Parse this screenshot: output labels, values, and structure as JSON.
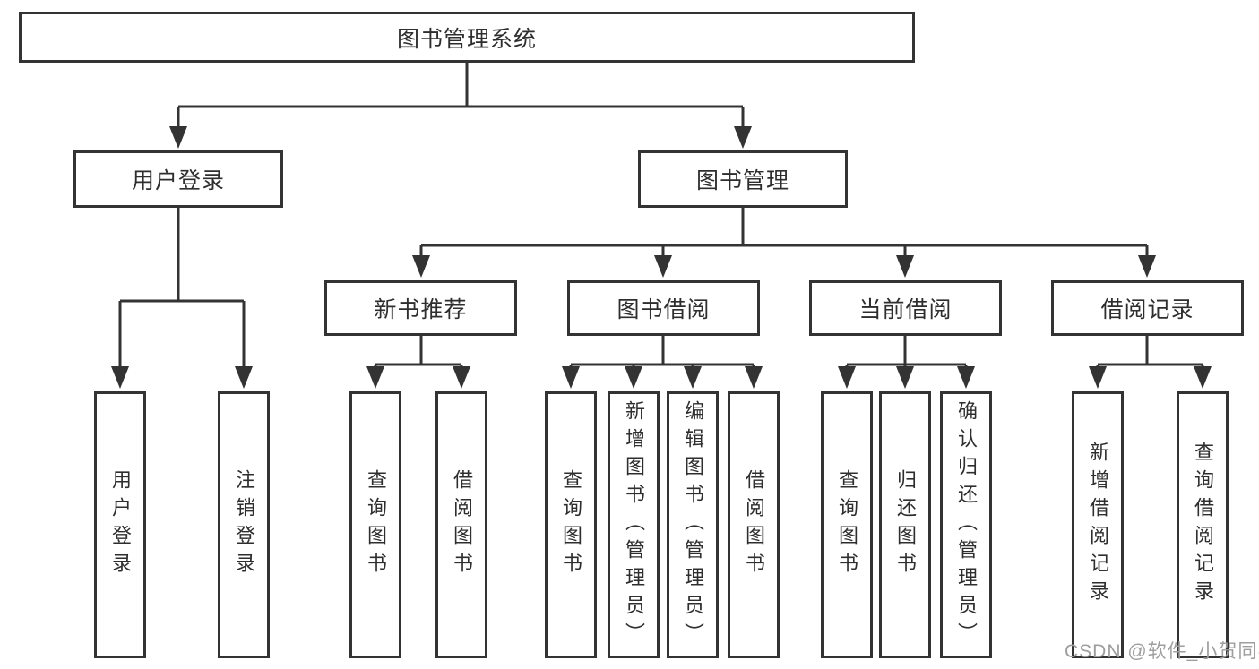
{
  "nodes": {
    "root": "图书管理系统",
    "user_login": "用户登录",
    "book_manage": "图书管理",
    "new_book_rec": "新书推荐",
    "book_borrow": "图书借阅",
    "current_borrow": "当前借阅",
    "borrow_records": "借阅记录"
  },
  "leaves": {
    "user_login": [
      "用户登录",
      "注销登录"
    ],
    "new_book_rec": [
      "查询图书",
      "借阅图书"
    ],
    "book_borrow": [
      "查询图书",
      "新增图书（管理员）",
      "编辑图书（管理员）",
      "借阅图书"
    ],
    "current_borrow": [
      "查询图书",
      "归还图书",
      "确认归还（管理员）"
    ],
    "borrow_records": [
      "新增借阅记录",
      "查询借阅记录"
    ]
  },
  "watermark": "CSDN @软件_小贺同学",
  "colors": {
    "line": "#333333",
    "text": "#2e2e2e",
    "box_background": "#ffffff",
    "watermark": "#9e9e9e",
    "page_background": "#ffffff"
  }
}
